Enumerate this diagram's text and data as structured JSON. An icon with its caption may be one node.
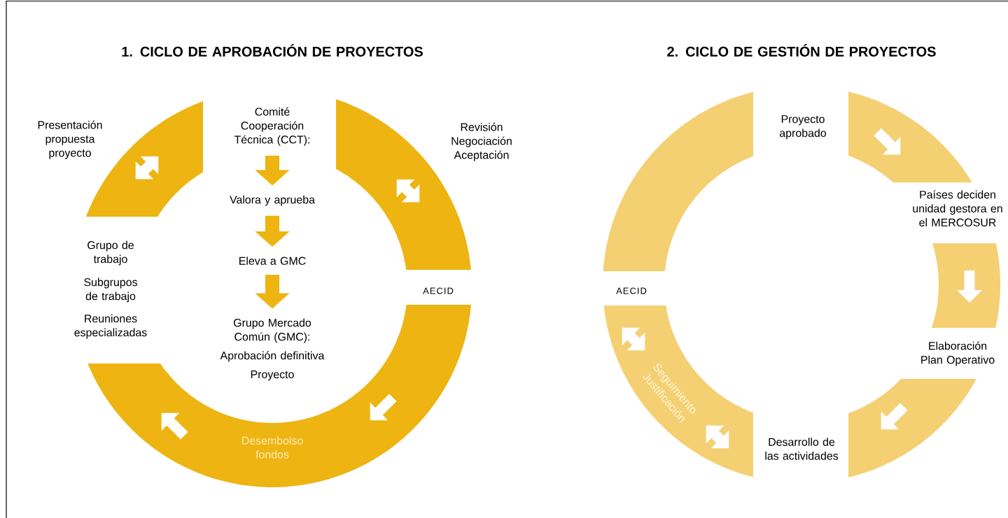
{
  "diagram": {
    "nodes": [
      {
        "text": [
          "Comité Cooperación Técnica (CCT):"
        ]
      },
      {
        "text": [
          "Valora y aprueba"
        ]
      },
      {
        "text": [
          "Eleva a GMC"
        ]
      },
      {
        "text": [
          "Grupo Mercado Común (GMC):",
          "Aprobación definitiva",
          "Proyecto"
        ]
      },
      {
        "text": [],
        "shape": "band"
      },
      {
        "text": [],
        "shape": "band"
      },
      {
        "text": [
          "Desembolso fondos"
        ]
      },
      {
        "text": [],
        "shape": "band"
      },
      {
        "text": [],
        "shape": "band"
      },
      {
        "text": [],
        "shape": "band"
      },
      {
        "text": [],
        "shape": "band"
      },
      {
        "text": [
          "Seguimiento Justificación"
        ]
      }
    ],
    "edges": [
      {
        "from": 0,
        "to": 1,
        "arrow": "to"
      },
      {
        "from": 1,
        "to": 2,
        "arrow": "to"
      },
      {
        "from": 2,
        "to": 3,
        "arrow": "to"
      }
    ],
    "labels": [
      "1. CICLO DE APROBACIÓN DE PROYECTOS",
      "Presentación propuesta proyecto",
      "Revisión Negociación Aceptación",
      "Grupo de trabajo",
      "Subgrupos de trabajo",
      "Reuniones especializadas",
      "AECID",
      "2. CICLO DE GESTIÓN DE PROYECTOS",
      "Proyecto aprobado",
      "Países deciden unidad gestora en el MERCOSUR",
      "AECID",
      "Elaboración Plan Operativo",
      "Desarrollo de las actividades"
    ]
  }
}
